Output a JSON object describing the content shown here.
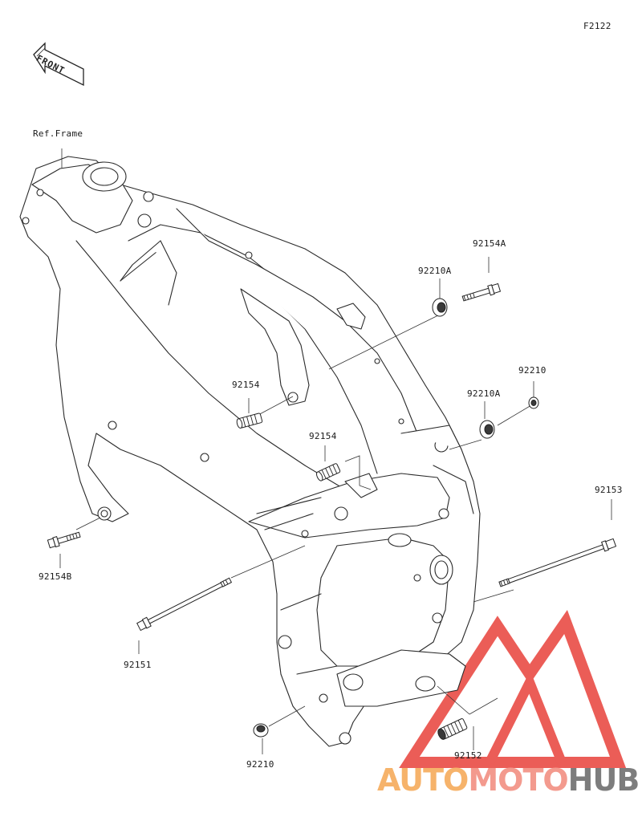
{
  "diagram_code": "F2122",
  "front_label": "FRONT",
  "ref_label": "Ref.Frame",
  "parts": [
    {
      "id": "p-92154A",
      "number": "92154A"
    },
    {
      "id": "p-92210A-top",
      "number": "92210A"
    },
    {
      "id": "p-92154-upper",
      "number": "92154"
    },
    {
      "id": "p-92210",
      "number": "92210"
    },
    {
      "id": "p-92210A-mid",
      "number": "92210A"
    },
    {
      "id": "p-92154-mid",
      "number": "92154"
    },
    {
      "id": "p-92153",
      "number": "92153"
    },
    {
      "id": "p-92154B",
      "number": "92154B"
    },
    {
      "id": "p-92151",
      "number": "92151"
    },
    {
      "id": "p-92152",
      "number": "92152"
    },
    {
      "id": "p-92210-bottom",
      "number": "92210"
    }
  ],
  "watermark": {
    "part1": "AUTO",
    "part2": "MOTO",
    "part3": "HUB"
  },
  "colors": {
    "line": "#2a2a2a",
    "watermark_red": "#e8413a",
    "watermark_orange": "#f6b36b",
    "watermark_gray": "#7d7d7d"
  }
}
